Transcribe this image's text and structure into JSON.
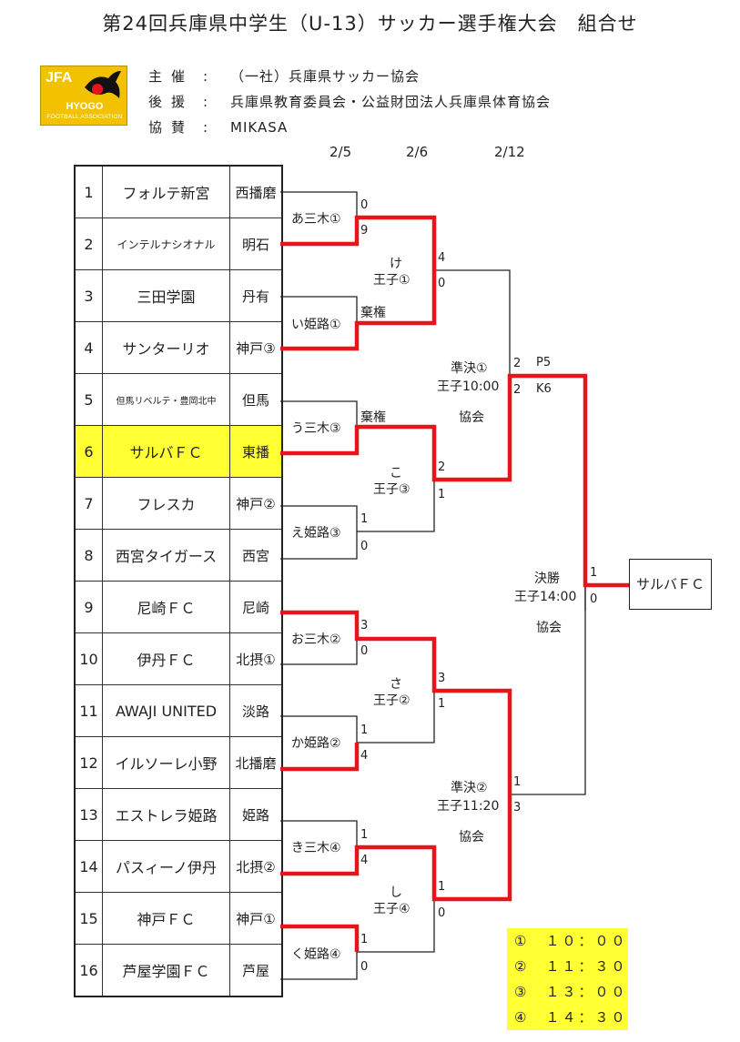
{
  "title": "第24回兵庫県中学生（U-13）サッカー選手権大会　組合せ",
  "logo": {
    "jfa": "JFA",
    "hyogo": "HYOGO",
    "assoc": "FOOTBALL ASSOCIATION"
  },
  "sponsors": [
    {
      "key": "主催",
      "value": "（一社）兵庫県サッカー協会"
    },
    {
      "key": "後援",
      "value": "兵庫県教育委員会・公益財団法人兵庫県体育協会"
    },
    {
      "key": "協賛",
      "value": "MIKASA"
    }
  ],
  "dates": [
    "2/5",
    "2/6",
    "2/12"
  ],
  "teams": [
    {
      "no": "1",
      "name": "フォルテ新宮",
      "area": "西播磨"
    },
    {
      "no": "2",
      "name": "インテルナシオナル",
      "area": "明石"
    },
    {
      "no": "3",
      "name": "三田学園",
      "area": "丹有"
    },
    {
      "no": "4",
      "name": "サンターリオ",
      "area": "神戸③"
    },
    {
      "no": "5",
      "name": "但馬リベルテ・豊岡北中",
      "area": "但馬"
    },
    {
      "no": "6",
      "name": "サルバＦＣ",
      "area": "東播"
    },
    {
      "no": "7",
      "name": "フレスカ",
      "area": "神戸②"
    },
    {
      "no": "8",
      "name": "西宮タイガース",
      "area": "西宮"
    },
    {
      "no": "9",
      "name": "尼崎ＦＣ",
      "area": "尼崎"
    },
    {
      "no": "10",
      "name": "伊丹ＦＣ",
      "area": "北摂①"
    },
    {
      "no": "11",
      "name": "AWAJI UNITED",
      "area": "淡路"
    },
    {
      "no": "12",
      "name": "イルソーレ小野",
      "area": "北播磨"
    },
    {
      "no": "13",
      "name": "エストレラ姫路",
      "area": "姫路"
    },
    {
      "no": "14",
      "name": "パスィーノ伊丹",
      "area": "北摂②"
    },
    {
      "no": "15",
      "name": "神戸ＦＣ",
      "area": "神戸①"
    },
    {
      "no": "16",
      "name": "芦屋学園ＦＣ",
      "area": "芦屋"
    }
  ],
  "round1": [
    {
      "label": "あ三木①",
      "top": "0",
      "bottom": "9"
    },
    {
      "label": "い姫路①",
      "top": "",
      "bottom": ""
    },
    {
      "label": "う三木③",
      "top": "",
      "bottom": ""
    },
    {
      "label": "え姫路③",
      "top": "1",
      "bottom": "0"
    },
    {
      "label": "お三木②",
      "top": "3",
      "bottom": "0"
    },
    {
      "label": "か姫路②",
      "top": "1",
      "bottom": "4"
    },
    {
      "label": "き三木④",
      "top": "1",
      "bottom": "4"
    },
    {
      "label": "く姫路④",
      "top": "1",
      "bottom": "0"
    }
  ],
  "forfeit": "棄権",
  "round2": [
    {
      "mark": "け",
      "venue": "王子①",
      "top": "4",
      "bottom": "0"
    },
    {
      "mark": "こ",
      "venue": "王子③",
      "top": "2",
      "bottom": "1"
    },
    {
      "mark": "さ",
      "venue": "王子②",
      "top": "3",
      "bottom": "1"
    },
    {
      "mark": "し",
      "venue": "王子④",
      "top": "1",
      "bottom": "0"
    }
  ],
  "semis": [
    {
      "name": "準決①",
      "time": "王子10:00",
      "venue": "協会",
      "top": "2",
      "bottom": "2",
      "pk_top": "P5",
      "pk_bottom": "K6"
    },
    {
      "name": "準決②",
      "time": "王子11:20",
      "venue": "協会",
      "top": "1",
      "bottom": "3"
    }
  ],
  "final": {
    "name": "決勝",
    "time": "王子14:00",
    "venue": "協会",
    "top": "1",
    "bottom": "0",
    "winner": "サルバＦＣ"
  },
  "times": [
    "①　１０：００",
    "②　１１：３０",
    "③　１３：００",
    "④　１４：３０"
  ],
  "colors": {
    "win_line": "#e8141c",
    "highlight": "#ffff33",
    "line": "#222222"
  }
}
